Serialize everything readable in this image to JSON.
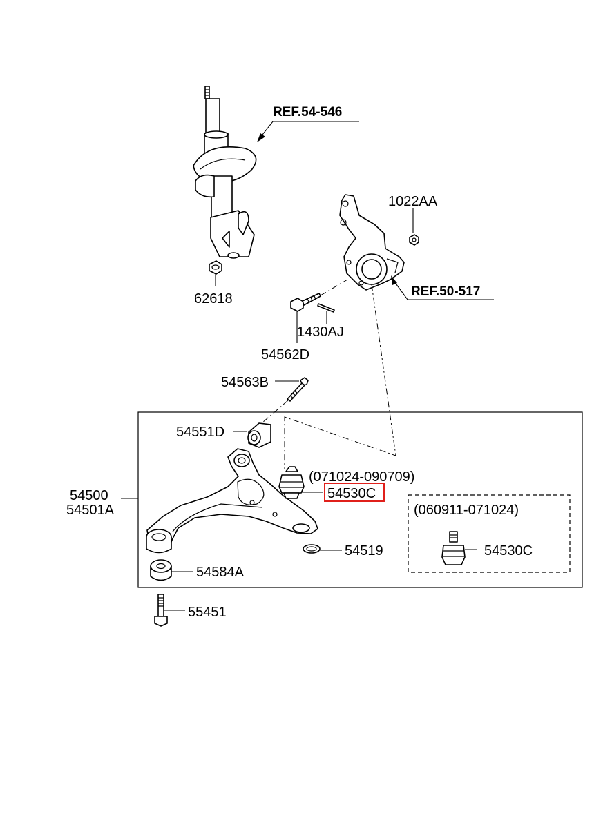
{
  "labels": {
    "ref_strut": "REF.54-546",
    "ref_knuckle": "REF.50-517",
    "p1022AA": "1022AA",
    "p62618": "62618",
    "p1430AJ": "1430AJ",
    "p54562D": "54562D",
    "p54563B": "54563B",
    "p54551D": "54551D",
    "p54500": "54500",
    "p54501A": "54501A",
    "p54530C_main": "54530C",
    "date_main": "(071024-090709)",
    "p54519": "54519",
    "p54584A": "54584A",
    "p55451": "55451",
    "date_alt": "(060911-071024)",
    "p54530C_alt": "54530C"
  },
  "colors": {
    "highlight": "#e0201b",
    "line": "#000000",
    "background": "#ffffff"
  },
  "highlighted_part": "54530C"
}
